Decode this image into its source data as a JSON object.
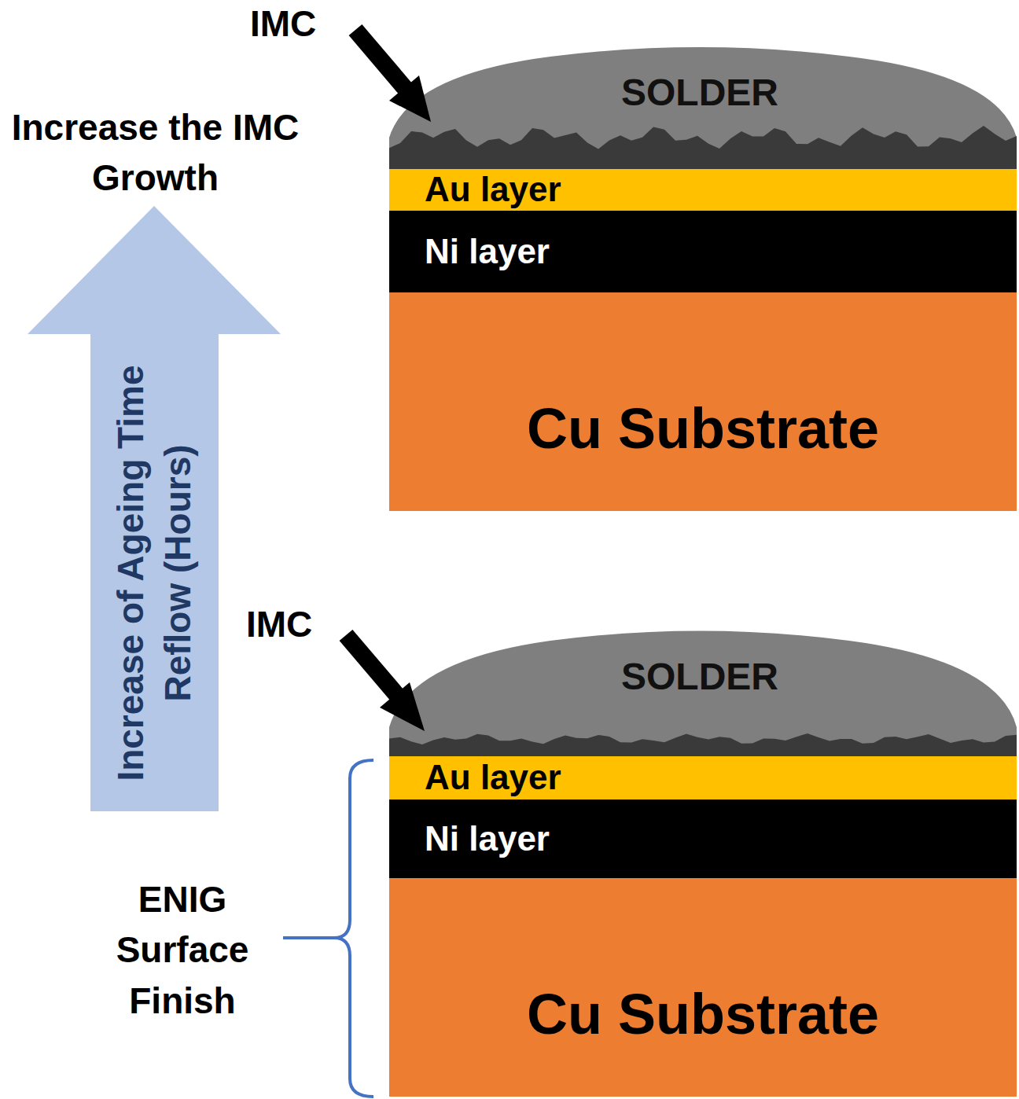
{
  "diagram": {
    "nodes": [
      {
        "text": [
          "SOLDER"
        ]
      },
      {
        "text": [
          "Au layer"
        ]
      },
      {
        "text": [
          "Ni layer"
        ]
      },
      {
        "text": [
          "Cu Substrate"
        ]
      },
      {
        "text": [
          "Increase of Ageing Time Reflow (Hours)"
        ]
      },
      {
        "text": [
          "SOLDER"
        ]
      },
      {
        "text": [
          "Au layer"
        ]
      },
      {
        "text": [
          "Ni layer"
        ]
      },
      {
        "text": [
          "Cu Substrate"
        ]
      }
    ],
    "labels": [
      "IMC",
      "Increase the IMC Growth",
      "IMC",
      "ENIG Surface Finish"
    ]
  }
}
